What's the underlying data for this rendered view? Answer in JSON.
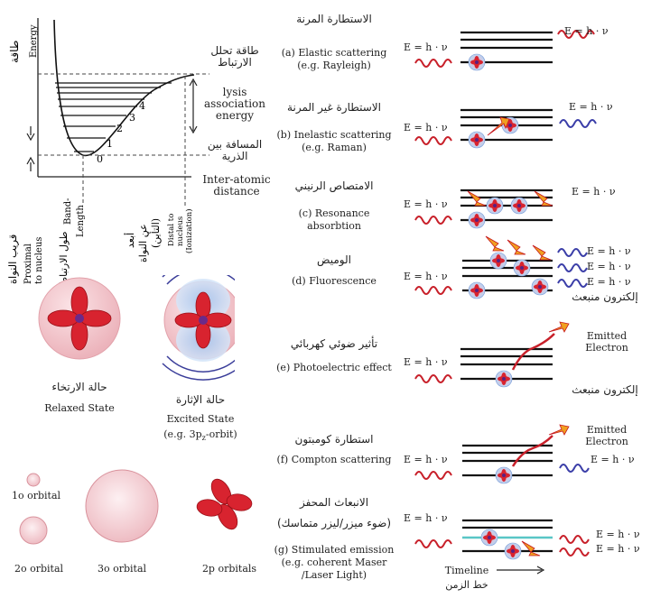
{
  "energy_plot": {
    "y_ar": "طاقة",
    "y_en": "Energy",
    "levels": [
      "0",
      "1",
      "2",
      "3",
      "4"
    ],
    "dissociation_ar": "طاقة تحلل الارتباط",
    "dissociation_en": "lysis association energy",
    "distance_ar": "المسافة بين الذرية",
    "distance_en": "Inter-atomic distance",
    "proximal_ar": "قريب النواة",
    "proximal_en": "Proximal to nucleus",
    "bond_ar": "طول الارتباط",
    "bond_en": "Band-Length",
    "distal_ar": "أبعد عن النواة (التأين)",
    "distal_en": "Distal to nucleus (Ionization)"
  },
  "states": {
    "relaxed_ar": "حالة الارتخاء",
    "relaxed_en": "Relaxed State",
    "excited_ar": "حالة الإثارة",
    "excited_en": "Excited State",
    "excited_eg_pre": "(e.g. 3p",
    "excited_eg_sub": "z",
    "excited_eg_post": "-orbit)"
  },
  "orbitals": {
    "o1": "1o orbital",
    "o2": "2o orbital",
    "o3": "3o orbital",
    "p2": "2p orbitals"
  },
  "processes": [
    {
      "ar": "الاستطارة المرنة",
      "en1": "(a) Elastic scattering",
      "en2": "(e.g. Rayleigh)"
    },
    {
      "ar": "الاستطارة غير المرنة",
      "en1": "(b) Inelastic scattering",
      "en2": "(e.g. Raman)"
    },
    {
      "ar": "الامتصاص الرنيني",
      "en1": "(c) Resonance",
      "en2": "absorbtion"
    },
    {
      "ar": "الوميض",
      "en1": "(d) Fluorescence",
      "en2": ""
    },
    {
      "ar": "تأثير ضوئي كهربائي",
      "en1": "(e) Photoelectric effect",
      "en2": ""
    },
    {
      "ar": "استطارة كومبتون",
      "en1": "(f) Compton scattering",
      "en2": ""
    },
    {
      "ar": "الانبعاث المحفز",
      "ar2": "(ضوء ميزر/ليزر متماسك)",
      "en1": "(g) Stimulated emission",
      "en2": "(e.g. coherent Maser",
      "en3": "/Laser Light)"
    }
  ],
  "energy_label": "E = h · ν",
  "emitted_ar": "إلكترون منبعث",
  "emitted_en": "Emitted Electron",
  "timeline_en": "Timeline",
  "timeline_ar": "خط الزمن",
  "colors": {
    "red_wave": "#c8202a",
    "blue_wave": "#3b3ea8",
    "orange": "#f0a020",
    "pink": "#e9b6bd",
    "sphere": "#f4c7cd",
    "level": "#111111",
    "cyan": "#59c6c6"
  }
}
